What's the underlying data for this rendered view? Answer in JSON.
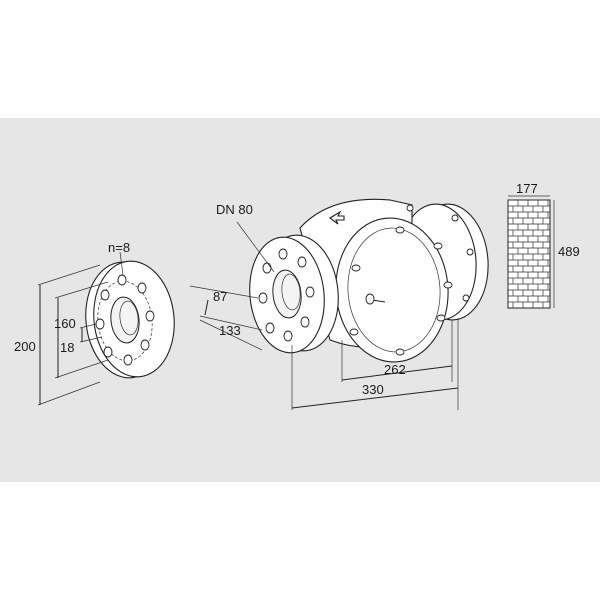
{
  "labels": {
    "bolt_count": "n=8",
    "flange_outer": "200",
    "bolt_circle": "160",
    "bolt_hole": "18",
    "nominal": "DN 80",
    "dim_87": "87",
    "dim_133": "133",
    "dim_262": "262",
    "dim_330": "330",
    "wall_width": "177",
    "wall_height": "489"
  },
  "colors": {
    "background_band": "#e6e6e6",
    "line": "#222222"
  }
}
